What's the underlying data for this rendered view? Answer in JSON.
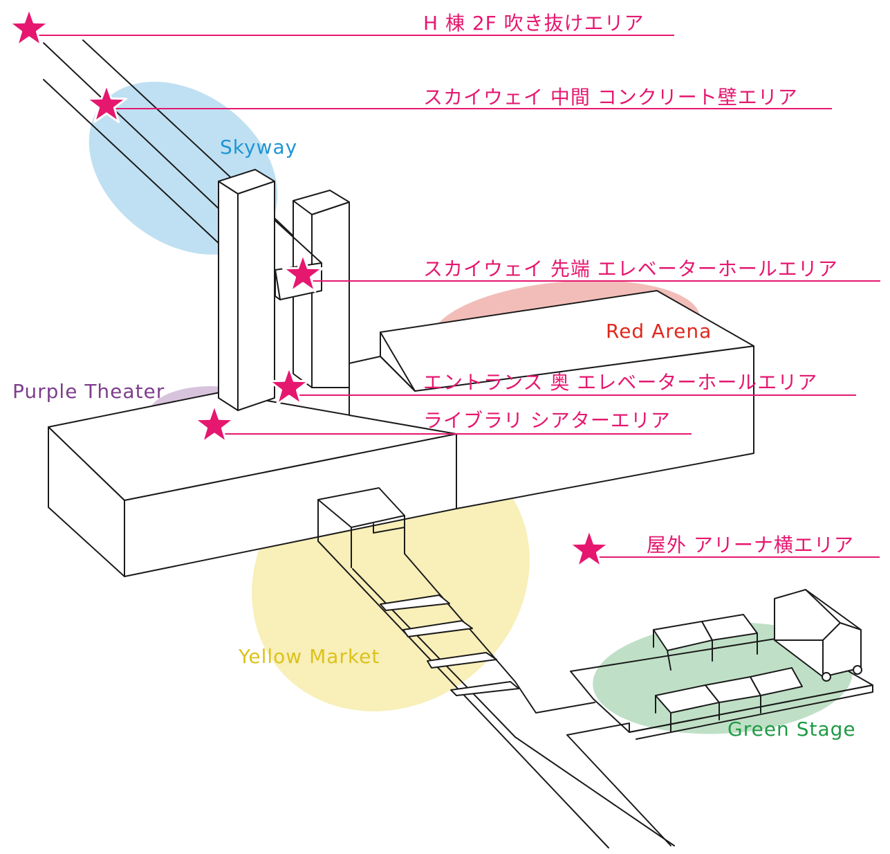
{
  "zones": [
    {
      "id": "skyway",
      "label": "Skyway",
      "color": "#1e95d4",
      "fill": "#bfe0f2"
    },
    {
      "id": "red-arena",
      "label": "Red Arena",
      "color": "#e0271d",
      "fill": "#f2bdb8"
    },
    {
      "id": "purple-theater",
      "label": "Purple Theater",
      "color": "#7d3d8c",
      "fill": "#d8c3dd"
    },
    {
      "id": "yellow-market",
      "label": "Yellow Market",
      "color": "#dcc21a",
      "fill": "#f8efb9"
    },
    {
      "id": "green-stage",
      "label": "Green Stage",
      "color": "#1f9a45",
      "fill": "#bfe0c6"
    }
  ],
  "spots": [
    {
      "label": "H 棟 2F 吹き抜けエリア"
    },
    {
      "label": "スカイウェイ 中間 コンクリート壁エリア"
    },
    {
      "label": "スカイウェイ 先端 エレベーターホールエリア"
    },
    {
      "label": "エントランス 奥 エレベーターホールエリア"
    },
    {
      "label": "ライブラリ シアターエリア"
    },
    {
      "label": "屋外 アリーナ横エリア"
    }
  ],
  "colors": {
    "marker": "#e5176f",
    "line": "#1a1a1a",
    "background": "#ffffff"
  },
  "icons": {
    "marker": "star-icon"
  }
}
